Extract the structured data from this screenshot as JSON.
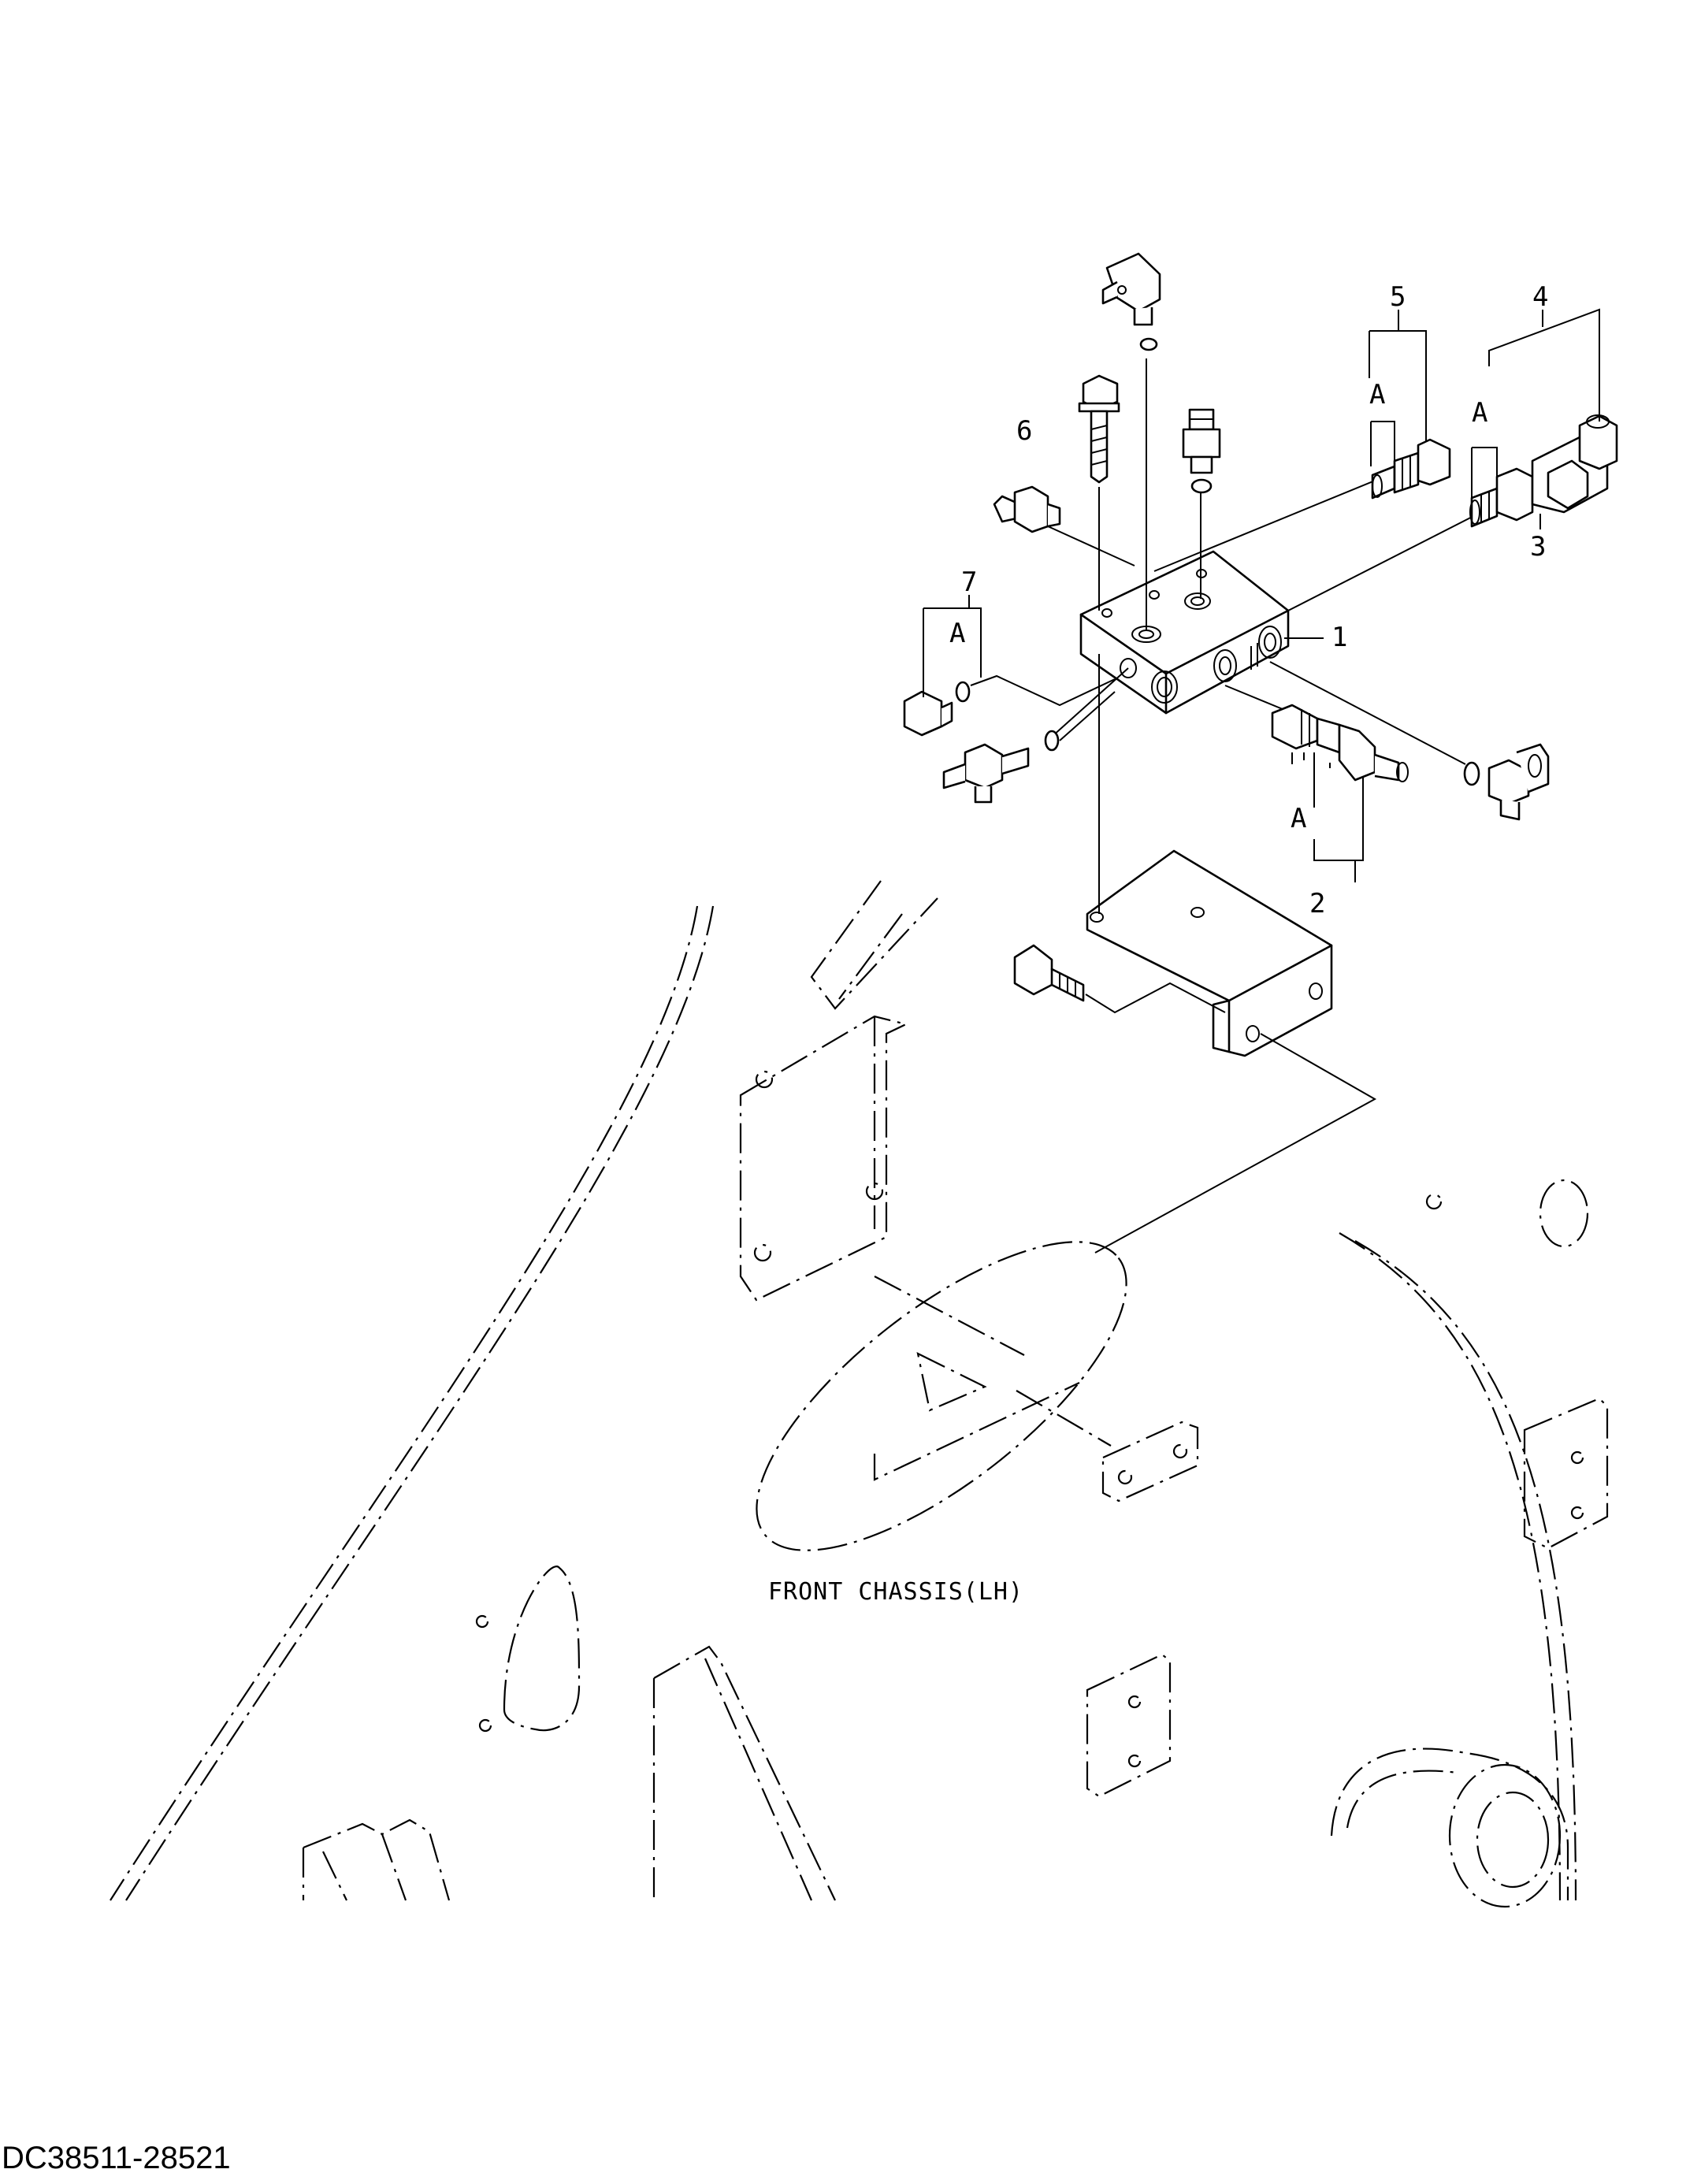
{
  "callouts": {
    "item1": "1",
    "item2": "2",
    "item3": "3",
    "item4": "4",
    "item5": "5",
    "item6": "6",
    "item7": "7",
    "sub_a": "A"
  },
  "chassis_label": "FRONT CHASSIS(LH)",
  "drawing_number": "DC38511-28521"
}
